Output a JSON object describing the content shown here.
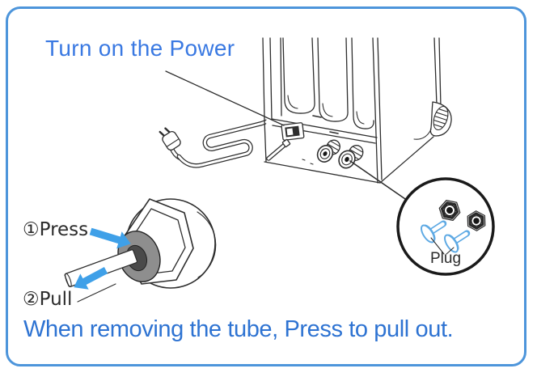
{
  "labels": {
    "title": "Turn on the Power",
    "step1": "①Press",
    "step2": "②Pull",
    "plug": "Plug",
    "caption": "When removing the tube, Press to pull out."
  },
  "colors": {
    "background": "#FFFFFF",
    "frame_border": "#4D95DB",
    "title_text": "#3A79E2",
    "caption_text": "#2E73D2",
    "step_text": "#2B2B2B",
    "arrow_blue": "#3FA0E8",
    "plug_outline": "#5FAAE4",
    "line_art": "#2E2E2E",
    "collet_gray": "#8E8E8E"
  },
  "figures": {
    "appliance": "water-purifier-rear-view",
    "power_plug": "power-cord-with-plug",
    "power_switch": "rocker-power-switch",
    "tube_ports": "two-tube-connection-ports",
    "callout": "magnified-ports-with-blue-plugs",
    "fitting": "quick-connect-fitting-with-tube",
    "press_arrow": "press-direction-arrow",
    "pull_arrow": "pull-direction-arrow"
  }
}
